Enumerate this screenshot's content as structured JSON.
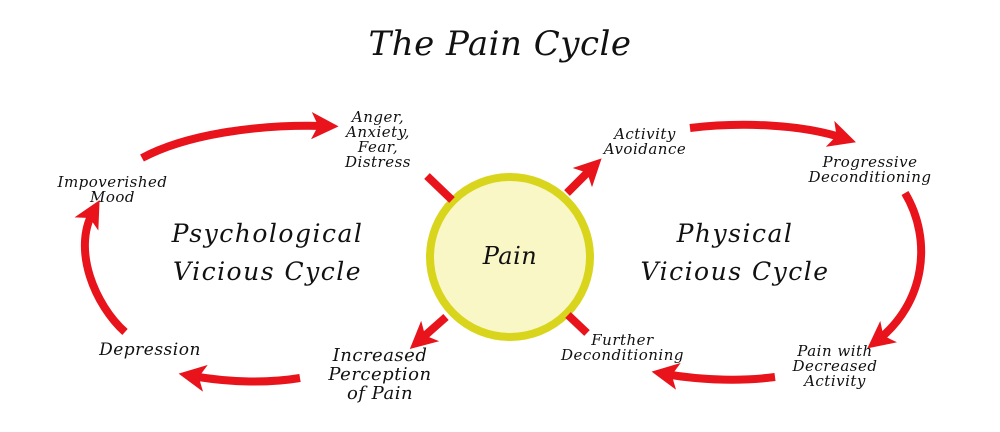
{
  "title": "The Pain Cycle",
  "center": {
    "label": "Pain"
  },
  "cycles": {
    "psychological": "Psychological\nVicious Cycle",
    "physical": "Physical\nVicious Cycle"
  },
  "nodes": {
    "anger": "Anger,\nAnxiety,\nFear,\nDistress",
    "impoverished_mood": "Impoverished\nMood",
    "depression": "Depression",
    "increased_perception": "Increased\nPerception\nof Pain",
    "activity_avoidance": "Activity\nAvoidance",
    "progressive_deconditioning": "Progressive\nDeconditioning",
    "pain_with_decreased_activity": "Pain with\nDecreased\nActivity",
    "further_deconditioning": "Further\nDeconditioning"
  },
  "colors": {
    "arrow": "#e8131b",
    "circle_fill": "#f9f7c6",
    "circle_stroke": "#d9d51c",
    "text": "#111111"
  }
}
